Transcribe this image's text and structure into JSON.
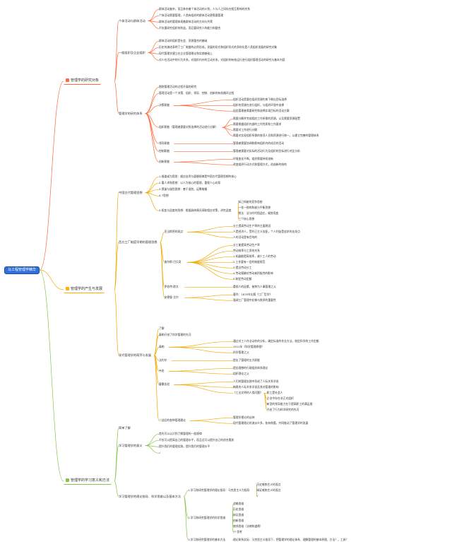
{
  "colors": {
    "root": "#2f6fd7",
    "branch1": "#ff6a3d",
    "branch2": "#ffb300",
    "branch3": "#8bc34a"
  },
  "root": {
    "label": "马工程管理学精华"
  },
  "branches": [
    {
      "label": "管理学的研究对象",
      "children": [
        {
          "label": "个体活动与群体活动",
          "items": [
            "群体活动复杂，而且参杂着个体活动的计划，人与人之间存在相互影响的关系",
            "个体活动需要管理，人类有组织的群体活动更需要管理",
            "群体活动的管理体现着群体活动的方向与共荣",
            "不仅要研究组织的利益，而且要研究人的能力和整合"
          ]
        },
        {
          "label": "一般组织及企业组织",
          "items": [
            "群体活动的组织是社会、资源整合的基础",
            "历史的演进表明了工厂制度的必然形成，发展的形式和组织形式的多样化是人类组织发展的研究对象",
            "现代管理学建立在企业管理理论和实践基础上",
            "对人在活动中的行为关系，对组织内外的互动关系，对组织的有效运行进行组织管理活动的研究与基本内容"
          ]
        },
        {
          "label": "管理学的研究体系",
          "items": [
            "围绕管理活动的过程开展的研究",
            "管理活动是一个决策、组织、领导、控制、创新的有机循环过程"
          ],
          "groups": [
            {
              "label": "决策职能",
              "items": [
                "组织活动是要在组织资源约束下做出目标选择",
                "组织的资源在进行组织，与组织环境中选择",
                "因此管理者需要研究和选择实现目标的活动方案"
              ]
            },
            {
              "label": "组织职能（管理者需要对所选择的活动进行分解）",
              "items": [
                "需要分解并完成相应工作所需的资源，以及需要资源配置",
                "需要根据组织内部的工作性质和工作要求",
                "需要对工作进行分解",
                "需要对实现组织所需的各项人员和资源进行统一，以建立完善的管理体系"
              ]
            },
            {
              "label": "领导职能",
              "items": [
                "管理者需要协调和影响组织内的成员的活动"
              ]
            },
            {
              "label": "控制职能",
              "items": [
                "管理者需要对实际的活动行为及组织的目标进行对比分析"
              ]
            },
            {
              "label": "创新职能",
              "items": [
                "环境变化不断，组织需要持续创新",
                "改变组织行动方式和管理方式，创造新的结构"
              ]
            }
          ]
        }
      ]
    },
    {
      "label": "管理学的产生与发展",
      "children": [
        {
          "label": "中国古代管理思想",
          "items": [
            "1.顺道或为我思：顺应自然与遵循规律是中国古代管理思想的核心",
            "2.重人求和思想：以人为核心的管理，重视人心向背",
            "3.预谋与谋划思想：善于谋划，运筹帷幄",
            "4.7思想"
          ],
          "groups": [
            {
              "label": "5.权变与适度的思想：根据具体情况采取相应对策，讲究适度",
              "items": [
                "知己知彼的竞争思想",
                "一张一弛的和谐与平衡思想",
                "常法：法与时代相适应，顺势而变",
                "三个核心思想"
              ]
            }
          ]
        },
        {
          "label": "西方工厂制度早期的管理思想",
          "groups": [
            {
              "label": "亚当斯密的观点",
              "items": [
                "分工提高劳动生产率的主要原因",
                "人是经济人，受利己主义支配，个人利益是追求的出发点",
                "人的活动是有目的的"
              ]
            },
            {
              "label": "查尔斯·巴贝奇",
              "items": [
                "分工能提高劳动生产率",
                "劳动效率与工资的关系",
                "1.机器能提高效率，减少工人的劳动",
                "2.工作要有一定的制度规范",
                "3.提出劳动分工",
                "4.劳动报酬对劳动者积极性的影响",
                "5.制定劳动定额"
              ]
            },
            {
              "label": "罗伯特·欧文",
              "items": [
                "重视人的因素，被称为人事管理之父"
              ]
            },
            {
              "label": "安德鲁·尤尔",
              "items": [
                "著作：1835年出版《工厂哲学》",
                "强调工厂管理中纪律与秩序的重要性"
              ]
            }
          ]
        },
        {
          "label": "现代管理学的萌芽与发展",
          "items": [
            "了解",
            "泰勒开创了科学管理的先河"
          ],
          "groups": [
            {
              "label": "泰勒",
              "items": [
                "通过对工人作业动作的分析，确定标准的作业方法，制定科学的工作定额",
                "1911年《科学管理原理》",
                "科学管理之父"
              ]
            },
            {
              "label": "法约尔",
              "items": [
                "提出了管理的五大职能"
              ]
            },
            {
              "label": "韦伯",
              "items": [
                "提出理想的行政组织体系理论",
                "组织理论之父"
              ]
            },
            {
              "label": "霍桑实验",
              "items": [
                "人们的管理实践中形成了人际关系学说",
                "梅奥的人际关系学说及其对管理的影响"
              ],
              "sub": [
                {
                  "label": "《工业文明的人类问题》",
                  "items": [
                    "职工是社会人",
                    "企业中存在非正式组织",
                    "新型的领导能力在于提高职工的满足度",
                    "开启了行为科学研究的先河"
                  ]
                }
              ]
            },
            {
              "label": "二战后的各种管理理论",
              "items": [
                "管理学理论的丛林",
                "现代管理理论的流派众多，各有侧重，共同推动了管理学的发展"
              ]
            }
          ]
        }
      ]
    },
    {
      "label": "管理学的学习意义和方法",
      "children": [
        {
          "label": "简单了解",
          "items": []
        },
        {
          "label": "学习管理学的意义",
          "items": [
            "首先可以认识到了解管理的一般规律",
            "不仅可以提高自己的管理水平，而且还可以提升自己的综合素质",
            "提升我们的管理实践，提升我们的管理水平",
            "√"
          ]
        },
        {
          "label": "学习管理学的理论指导、科学思维以及基本方法",
          "groups": [
            {
              "label": "1.学习和研究管理学的理论指导：马克思主义为指导",
              "items": [
                "历史唯物主义的观点",
                "辩证唯物主义的观点",
                "√"
              ]
            },
            {
              "label": "2.学习和研究管理学的科学思维",
              "items": [
                "战略思维",
                "历史思维",
                "辩证思维",
                "创新思维",
                "底线思维（法律和道德）",
                "?? 思考"
              ]
            },
            {
              "label": "3.学习和研究管理学的基本方法",
              "items": [
                "理论联系实际：马克思主义指导下，把管理学的理论体系、理解管理的基本原理，方法？，工具？"
              ]
            }
          ]
        }
      ]
    }
  ]
}
